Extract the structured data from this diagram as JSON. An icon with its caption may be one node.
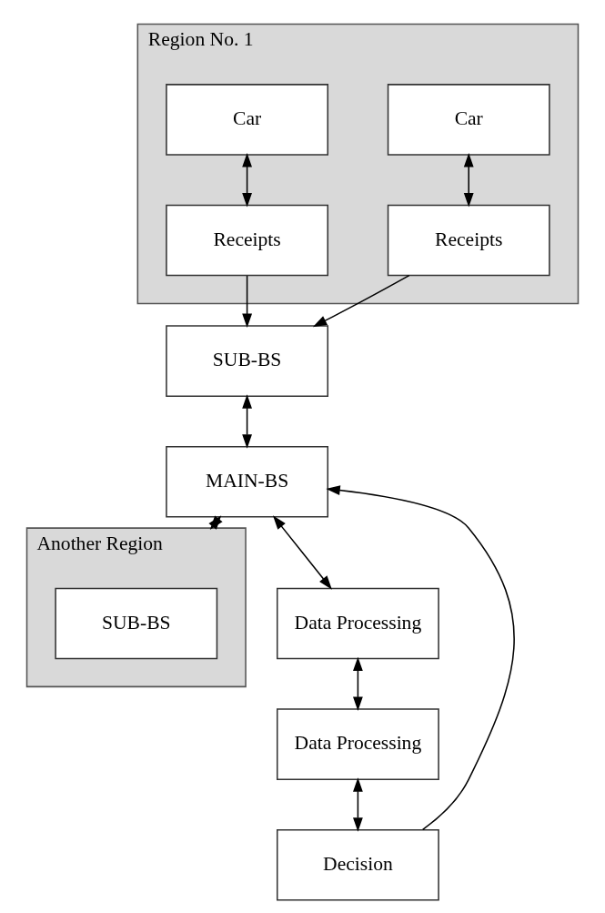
{
  "diagram": {
    "nodes": [
      {
        "text": [
          "Region No. 1"
        ]
      },
      {
        "text": [
          "Car"
        ],
        "in": 0
      },
      {
        "text": [
          "Car"
        ],
        "in": 0
      },
      {
        "text": [
          "Receipts"
        ],
        "in": 0
      },
      {
        "text": [
          "Receipts"
        ],
        "in": 0
      },
      {
        "text": [
          "SUB-BS"
        ]
      },
      {
        "text": [
          "Another Region"
        ]
      },
      {
        "text": [
          "SUB-BS"
        ],
        "in": 6
      },
      {
        "text": [
          "MAIN-BS"
        ]
      },
      {
        "text": [
          "Data Processing"
        ]
      },
      {
        "text": [
          "Data Processing"
        ]
      },
      {
        "text": [
          "Decision"
        ]
      }
    ],
    "edges": [
      {
        "from": 1,
        "to": 3,
        "arrow": "both"
      },
      {
        "from": 2,
        "to": 4,
        "arrow": "both"
      },
      {
        "from": 3,
        "to": 5,
        "arrow": "to"
      },
      {
        "from": 4,
        "to": 5,
        "arrow": "to"
      },
      {
        "from": 5,
        "to": 8,
        "arrow": "both"
      },
      {
        "from": 8,
        "to": 6,
        "arrow": "both"
      },
      {
        "from": 8,
        "to": 9,
        "arrow": "both"
      },
      {
        "from": 9,
        "to": 10,
        "arrow": "both"
      },
      {
        "from": 10,
        "to": 11,
        "arrow": "both"
      },
      {
        "from": 11,
        "to": 8,
        "arrow": "to"
      }
    ]
  }
}
